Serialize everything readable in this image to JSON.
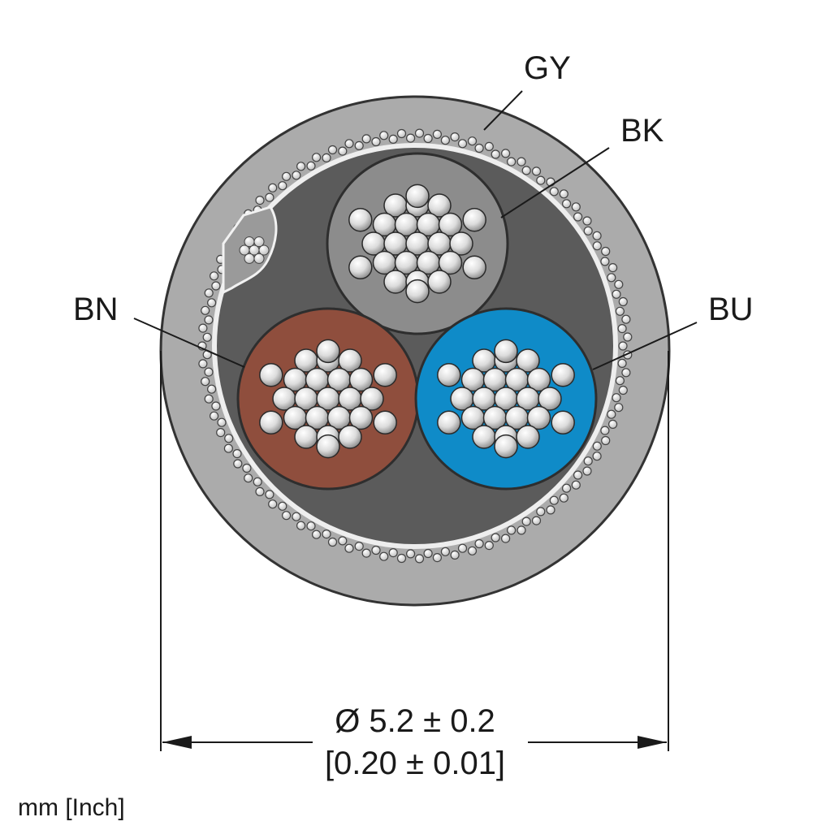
{
  "labels": {
    "gy": "GY",
    "bk": "BK",
    "bn": "BN",
    "bu": "BU"
  },
  "dimension": {
    "metric": "Ø 5.2 ± 0.2",
    "imperial": "[0.20 ± 0.01]"
  },
  "units_note": "mm [Inch]",
  "colors": {
    "jacket": "#ababab",
    "jacket_edge": "#3a3a3a",
    "filler": "#5b5b5b",
    "core_bk": "#8c8c8c",
    "core_bn": "#8f4e3d",
    "core_bu": "#0f8bc8",
    "strand": "#e6e6e6"
  }
}
